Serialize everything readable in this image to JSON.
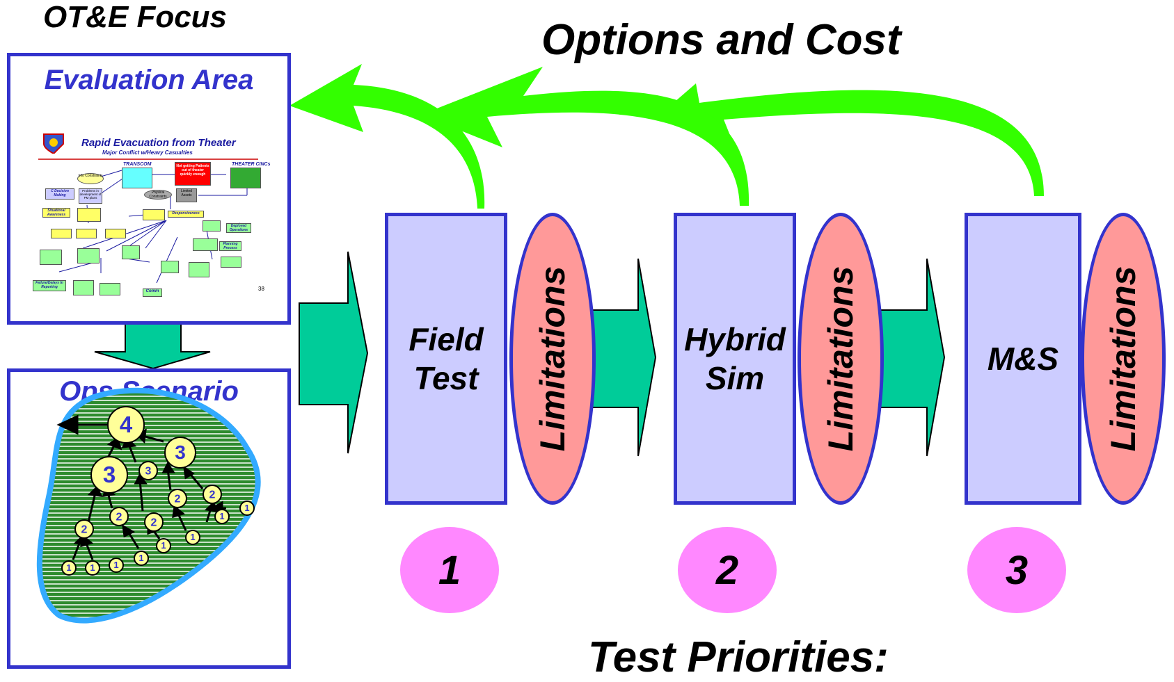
{
  "titles": {
    "focus": "OT&E Focus",
    "options": "Options and Cost",
    "priorities": "Test Priorities:"
  },
  "evaluation_area": {
    "title": "Evaluation Area",
    "slide": {
      "title": "Rapid Evacuation from Theater",
      "subtitle": "Major Conflict w/Heavy Casualties",
      "transcom": "TRANSCOM",
      "theater": "THEATER CINCs",
      "info": "Info Constraints",
      "problems": "Problems in development of PM plans",
      "decision": "C Decision Making",
      "physical": "Physical Constraints",
      "situational": "Situational Awareness",
      "responsiveness": "Responsiveness",
      "deployed": "Deployed Operations",
      "planning": "Planning Process",
      "failure": "Failure/Delays In Reporting",
      "comm": "Comm",
      "red_box": "Not getting Patients out of theater quickly enough",
      "limited": "Limited Assets",
      "page_num": "38"
    }
  },
  "ops_scenario": {
    "title": "Ops Scenario",
    "nodes": [
      "4",
      "3",
      "3",
      "3",
      "2",
      "2",
      "2",
      "2",
      "2",
      "1",
      "1",
      "1",
      "1",
      "1",
      "1",
      "1",
      "1",
      "1",
      "1"
    ]
  },
  "stages": [
    {
      "label_line1": "Field",
      "label_line2": "Test",
      "limitation": "Limitations",
      "priority": "1"
    },
    {
      "label_line1": "Hybrid",
      "label_line2": "Sim",
      "limitation": "Limitations",
      "priority": "2"
    },
    {
      "label_line1": "M&S",
      "label_line2": "",
      "limitation": "Limitations",
      "priority": "3"
    }
  ],
  "colors": {
    "panel_border": "#3333cc",
    "stage_fill": "#ccccff",
    "limitation_fill": "#ff9999",
    "priority_fill": "#ff88ff",
    "big_arrow": "#00cc99",
    "feedback_arrow": "#33ff00",
    "scenario_field": "#2e8b2e",
    "scenario_border": "#33aaff",
    "node_fill": "#ffff99"
  }
}
